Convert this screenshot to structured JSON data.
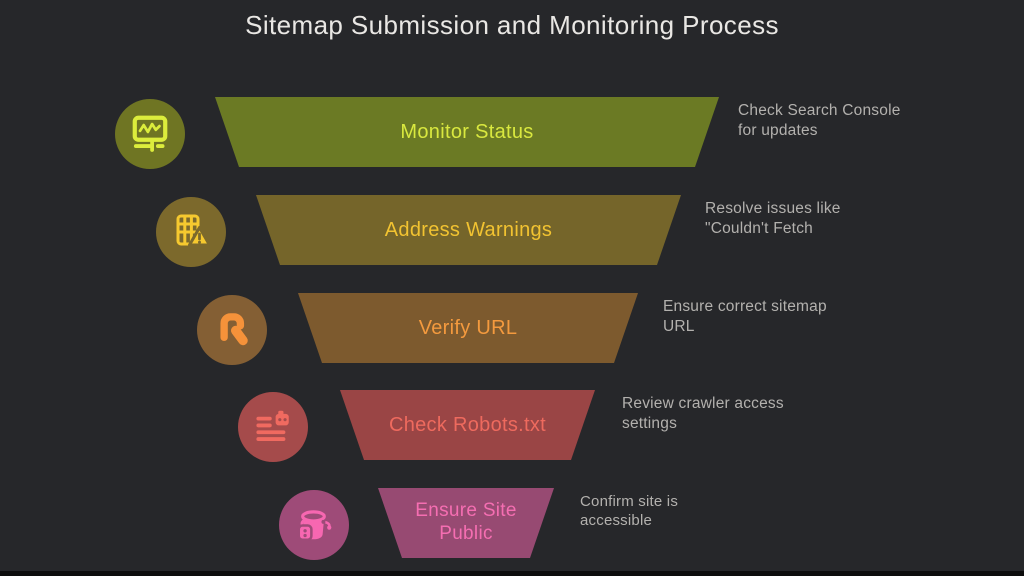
{
  "title": "Sitemap Submission and Monitoring Process",
  "background_color": "#26272a",
  "note_text_color": "#b3b1ae",
  "title_color": "#e9e7e4",
  "steps": [
    {
      "label": "Monitor Status",
      "note": "Check Search Console\nfor updates",
      "icon": "activity-monitor-icon",
      "bar_color": "#6b7a24",
      "label_color": "#d9e83f",
      "circle_color": "#6f7523",
      "icon_color": "#dced3c"
    },
    {
      "label": "Address Warnings",
      "note": "Resolve issues like\n\"Couldn't Fetch",
      "icon": "table-warning-icon",
      "bar_color": "#75652a",
      "label_color": "#f2c331",
      "circle_color": "#7c692c",
      "icon_color": "#f6c92f"
    },
    {
      "label": "Verify URL",
      "note": "Ensure correct sitemap\nURL",
      "icon": "url-inspect-icon",
      "bar_color": "#7d5a2e",
      "label_color": "#f49a3e",
      "circle_color": "#845f34",
      "icon_color": "#f5923a"
    },
    {
      "label": "Check Robots.txt",
      "note": "Review crawler access\nsettings",
      "icon": "robots-file-icon",
      "bar_color": "#9a4545",
      "label_color": "#ee6a5e",
      "circle_color": "#a54b4b",
      "icon_color": "#f06a60"
    },
    {
      "label": "Ensure Site\nPublic",
      "note": "Confirm site is\naccessible",
      "icon": "bucket-lock-icon",
      "bar_color": "#974a72",
      "label_color": "#f56eb2",
      "circle_color": "#9e4b78",
      "icon_color": "#f767b1"
    }
  ]
}
